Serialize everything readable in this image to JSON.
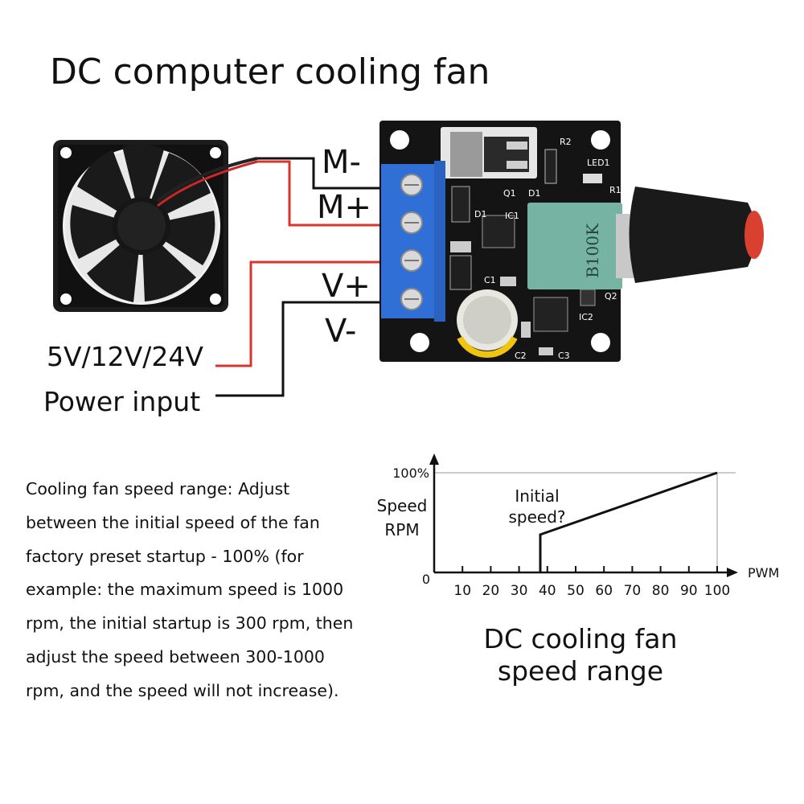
{
  "title": "DC computer cooling fan",
  "terminals": {
    "m_minus": "M-",
    "m_plus": "M+",
    "v_plus": "V+",
    "v_minus": "V-"
  },
  "power": {
    "voltage": "5V/12V/24V",
    "label": "Power input"
  },
  "pcb_markings": {
    "pot": "B100K",
    "ic1": "IC1",
    "ic2": "IC2",
    "q1": "Q1",
    "q2": "Q2",
    "d1": "D1",
    "r1": "R1",
    "r2": "R2",
    "c1": "C1",
    "c2": "C2",
    "c3": "C3",
    "led1": "LED1"
  },
  "description": "Cooling fan speed range: Adjust between the initial speed of the fan factory preset startup - 100% (for example: the maximum speed is 1000 rpm, the initial startup is 300 rpm, then adjust the speed between 300-1000 rpm, and the speed will not increase).",
  "chart_caption_line1": "DC cooling fan",
  "chart_caption_line2": "speed range",
  "wire_colors": {
    "red": "#d8362c",
    "black": "#111111"
  },
  "chart_data": {
    "type": "line",
    "ylabel_line1": "Speed",
    "ylabel_line2": "RPM",
    "xlabel": "PWM",
    "ytick_label": "100%",
    "origin_label": "0",
    "annotation_line1": "Initial",
    "annotation_line2": "speed?",
    "xticks": [
      10,
      20,
      30,
      40,
      50,
      60,
      70,
      80,
      90,
      100
    ],
    "xlim": [
      0,
      100
    ],
    "ylim": [
      0,
      100
    ],
    "series": [
      {
        "x": [
          37.5,
          37.5,
          100
        ],
        "y": [
          0,
          38,
          100
        ]
      }
    ],
    "grid": false
  }
}
